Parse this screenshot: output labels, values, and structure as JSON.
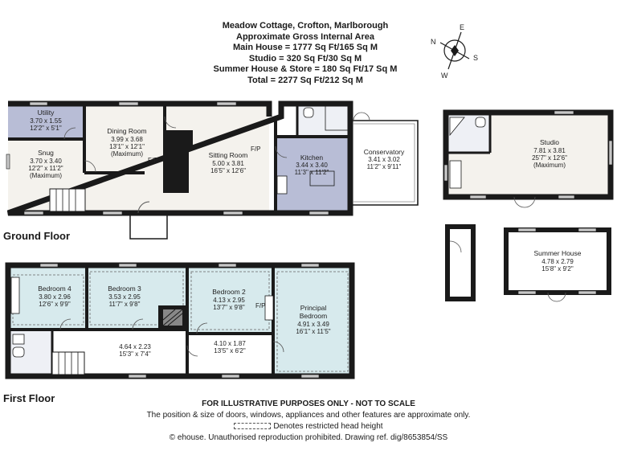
{
  "header": {
    "title": "Meadow Cottage, Crofton, Marlborough",
    "subtitle": "Approximate Gross Internal Area",
    "areas": [
      "Main House = 1777 Sq Ft/165 Sq M",
      "Studio = 320 Sq Ft/30 Sq M",
      "Summer  House & Store = 180 Sq Ft/17 Sq M",
      "Total = 2277 Sq Ft/212 Sq M"
    ]
  },
  "compass": {
    "n": "N",
    "e": "E",
    "s": "S",
    "w": "W"
  },
  "floors": {
    "ground": "Ground Floor",
    "first": "First Floor"
  },
  "rooms": {
    "utility": {
      "name": "Utility",
      "dims": [
        "3.70 x 1.55",
        "12'2\" x 5'1\""
      ]
    },
    "dining": {
      "name": "Dining Room",
      "dims": [
        "3.99 x 3.68",
        "13'1\" x 12'1\"",
        "(Maximum)"
      ]
    },
    "snug": {
      "name": "Snug",
      "dims": [
        "3.70 x 3.40",
        "12'2\" x 11'2\"",
        "(Maximum)"
      ]
    },
    "sitting": {
      "name": "Sitting Room",
      "dims": [
        "5.00 x 3.81",
        "16'5\" x 12'6\""
      ]
    },
    "kitchen": {
      "name": "Kitchen",
      "dims": [
        "3.44 x 3.40",
        "11'3\" x 11'2\""
      ]
    },
    "conservatory": {
      "name": "Conservatory",
      "dims": [
        "3.41 x 3.02",
        "11'2\" x 9'11\""
      ]
    },
    "studio": {
      "name": "Studio",
      "dims": [
        "7.81 x 3.81",
        "25'7\" x 12'6\"",
        "(Maximum)"
      ]
    },
    "summer": {
      "name": "Summer House",
      "dims": [
        "4.78 x 2.79",
        "15'8\" x 9'2\""
      ]
    },
    "bed4": {
      "name": "Bedroom 4",
      "dims": [
        "3.80 x 2.96",
        "12'6\" x 9'9\""
      ]
    },
    "bed3": {
      "name": "Bedroom 3",
      "dims": [
        "3.53 x 2.95",
        "11'7\" x 9'8\""
      ]
    },
    "bed2": {
      "name": "Bedroom 2",
      "dims": [
        "4.13 x 2.95",
        "13'7\" x 9'8\""
      ]
    },
    "principal": {
      "name": "Principal",
      "name2": "Bedroom",
      "dims": [
        "4.91 x 3.49",
        "16'1\" x 11'5\""
      ]
    },
    "landing1": {
      "dims": [
        "4.64 x 2.23",
        "15'3\" x 7'4\""
      ]
    },
    "landing2": {
      "dims": [
        "4.10 x 1.87",
        "13'5\" x 6'2\""
      ]
    }
  },
  "fp_label": "F/P",
  "footer": {
    "line1": "FOR ILLUSTRATIVE PURPOSES ONLY - NOT TO SCALE",
    "line2": "The position & size of doors, windows, appliances and other features are approximate only.",
    "line3": "Denotes restricted head height",
    "line4": "© ehouse. Unauthorised reproduction prohibited. Drawing ref. dig/8653854/SS"
  },
  "colors": {
    "wall": "#1a1a1a",
    "room_fill": "#f4f2ed",
    "wet_fill": "#b8bdd6",
    "first_fill": "#d7eaed",
    "window": "#c8c8c8"
  }
}
